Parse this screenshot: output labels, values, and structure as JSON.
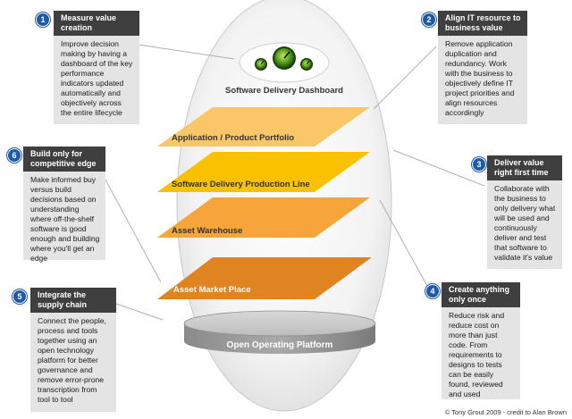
{
  "dashboard": {
    "title": "Software Delivery Dashboard"
  },
  "layers": [
    {
      "label": "Application / Product Portfolio",
      "color": "#fbc668"
    },
    {
      "label": "Software Delivery Production Line",
      "color": "#f9c100"
    },
    {
      "label": "Asset Warehouse",
      "color": "#f5a53a"
    },
    {
      "label": "Asset Market Place",
      "color": "#e08422"
    }
  ],
  "platform": {
    "label": "Open Operating Platform"
  },
  "callouts": [
    {
      "number": "1",
      "title": "Measure value creation",
      "text": "Improve decision making by having a dashboard of the key performance indicators updated automatically and objectively across the entire lifecycle"
    },
    {
      "number": "2",
      "title": "Align IT resource to business value",
      "text": "Remove application duplication and redundancy. Work with the business to objectively define IT project priorities and align resources accordingly"
    },
    {
      "number": "3",
      "title": "Deliver value right first time",
      "text": "Collaborate with the business to only delivery what will be used and continuously deliver and test that software to validate it's value"
    },
    {
      "number": "4",
      "title": "Create anything only once",
      "text": "Reduce risk and reduce cost on more than just code. From requirements to designs to tests can be easily found, reviewed and used"
    },
    {
      "number": "5",
      "title": "Integrate the supply chain",
      "text": "Connect the people, process and tools together using an open technology platform for better governance and remove error-prone transcription from tool to tool"
    },
    {
      "number": "6",
      "title": "Build only for competitive edge",
      "text": "Make informed buy versus build decisions based on understanding where off-the-shelf software is good enough and building where you'll get an edge"
    }
  ],
  "copyright": "© Tony Grout 2009 - credit to Alan Brown"
}
